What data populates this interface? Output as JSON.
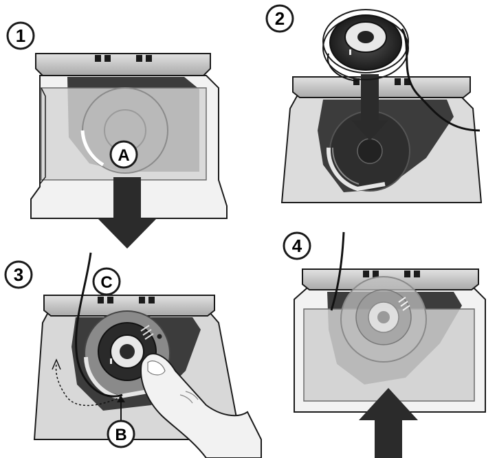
{
  "steps": [
    {
      "number": "1"
    },
    {
      "number": "2"
    },
    {
      "number": "3"
    },
    {
      "number": "4"
    }
  ],
  "callouts": {
    "a": "A",
    "b": "B",
    "c": "C"
  },
  "colors": {
    "outline": "#1a1a1a",
    "cover_plate": "#cfcfcf",
    "plate_shadow": "#a8a8a8",
    "dark_recess": "#3c3c3c",
    "bobbin_dark": "#222222",
    "arrow": "#2b2b2b",
    "badge_fill": "#ffffff"
  }
}
